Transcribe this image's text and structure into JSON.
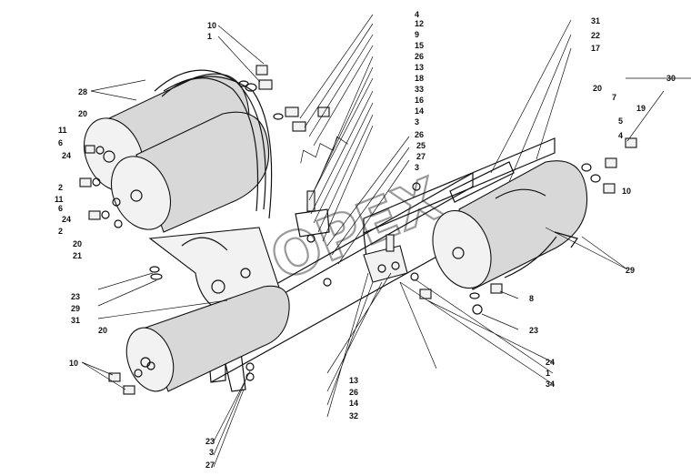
{
  "watermark": "OPEX",
  "callouts": {
    "c10_tl": "10",
    "c1_tl": "1",
    "c28": "28",
    "c20_tl": "20",
    "c11_a": "11",
    "c6_a": "6",
    "c24_a": "24",
    "c2_a": "2",
    "c11_b": "11",
    "c6_b": "6",
    "c24_b": "24",
    "c2_b": "2",
    "c20_ml": "20",
    "c21": "21",
    "c23_ml": "23",
    "c29_ml": "29",
    "c31_ml": "31",
    "c20_bl": "20",
    "c10_bl": "10",
    "c4": "4",
    "c12": "12",
    "c9": "9",
    "c15": "15",
    "c26_t": "26",
    "c13_t": "13",
    "c18": "18",
    "c33": "33",
    "c16": "16",
    "c14_t": "14",
    "c3_t": "3",
    "c26_m": "26",
    "c25": "25",
    "c27_m": "27",
    "c3_m": "3",
    "c31_tr": "31",
    "c22": "22",
    "c17": "17",
    "c30": "30",
    "c20_tr": "20",
    "c7": "7",
    "c19": "19",
    "c5": "5",
    "c4_r": "4",
    "c10_r": "10",
    "c29_r": "29",
    "c8": "8",
    "c23_r": "23",
    "c24_r": "24",
    "c1_r": "1",
    "c34": "34",
    "c13_b": "13",
    "c26_b": "26",
    "c14_b": "14",
    "c32": "32",
    "c23_b": "23",
    "c3_b": "3",
    "c27_b": "27"
  }
}
